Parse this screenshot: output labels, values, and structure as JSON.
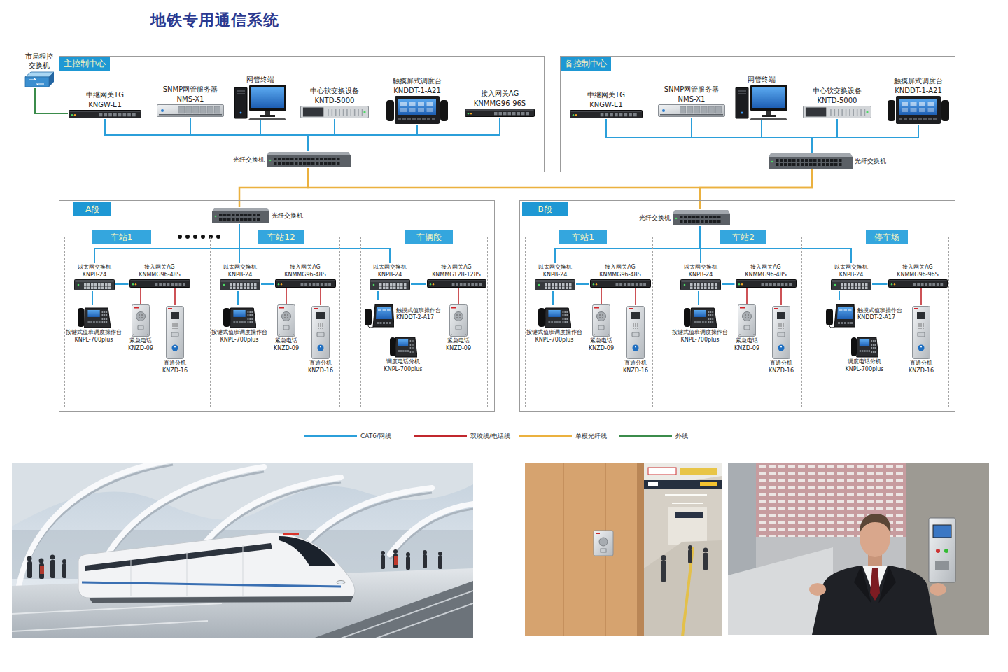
{
  "diagram": {
    "title": "地铁专用通信系统",
    "nodes": [
      {
        "text": [
          "市局程控 交换机"
        ]
      },
      {
        "text": [
          "主控制中心"
        ]
      },
      {
        "text": [
          "中继网关TG",
          "KNGW-E1"
        ],
        "in": 1
      },
      {
        "text": [
          "SNMP网管服务器",
          "NMS-X1"
        ],
        "in": 1
      },
      {
        "text": [
          "网管终端"
        ],
        "in": 1
      },
      {
        "text": [
          "中心软交换设备",
          "KNTD-5000"
        ],
        "in": 1
      },
      {
        "text": [
          "触摸屏式调度台",
          "KNDDT-1-A21"
        ],
        "in": 1
      },
      {
        "text": [
          "接入网关AG",
          "KNMMG96-96S"
        ],
        "in": 1
      },
      {
        "text": [
          "光纤交换机"
        ],
        "in": 1
      },
      {
        "text": [
          "备控制中心"
        ]
      },
      {
        "text": [
          "中继网关TG",
          "KNGW-E1"
        ],
        "in": 9
      },
      {
        "text": [
          "SNMP网管服务器",
          "NMS-X1"
        ],
        "in": 9
      },
      {
        "text": [
          "网管终端"
        ],
        "in": 9
      },
      {
        "text": [
          "中心软交换设备",
          "KNTD-5000"
        ],
        "in": 9
      },
      {
        "text": [
          "触摸屏式调度台",
          "KNDDT-1-A21"
        ],
        "in": 9
      },
      {
        "text": [
          "光纤交换机"
        ],
        "in": 9
      },
      {
        "text": [
          "A段"
        ]
      },
      {
        "text": [
          "光纤交换机"
        ],
        "in": 16
      },
      {
        "text": [
          "车站1"
        ],
        "in": 16
      },
      {
        "text": [
          "以太网交换机",
          "KNPB-24"
        ],
        "in": 18
      },
      {
        "text": [
          "接入网关AG",
          "KNMMG96-48S"
        ],
        "in": 18
      },
      {
        "text": [
          "按键式值班调度操作台",
          "KNPL-700plus"
        ],
        "in": 18
      },
      {
        "text": [
          "紧急电话",
          "KNZD-09"
        ],
        "in": 18
      },
      {
        "text": [
          "直通分机",
          "KNZD-16"
        ],
        "in": 18
      },
      {
        "text": [
          "车站12"
        ],
        "in": 16
      },
      {
        "text": [
          "以太网交换机",
          "KNPB-24"
        ],
        "in": 24
      },
      {
        "text": [
          "接入网关AG",
          "KNMMG96-48S"
        ],
        "in": 24
      },
      {
        "text": [
          "按键式值班调度操作台",
          "KNPL-700plus"
        ],
        "in": 24
      },
      {
        "text": [
          "紧急电话",
          "KNZD-09"
        ],
        "in": 24
      },
      {
        "text": [
          "直通分机",
          "KNZD-16"
        ],
        "in": 24
      },
      {
        "text": [
          "车辆段"
        ],
        "in": 16
      },
      {
        "text": [
          "以太网交换机",
          "KNPB-24"
        ],
        "in": 30
      },
      {
        "text": [
          "接入网关AG",
          "KNMMG128-128S"
        ],
        "in": 30
      },
      {
        "text": [
          "触摸式值班操作台",
          "KNDDT-2-A17"
        ],
        "in": 30
      },
      {
        "text": [
          "紧急电话",
          "KNZD-09"
        ],
        "in": 30
      },
      {
        "text": [
          "调度电话分机",
          "KNPL-700plus"
        ],
        "in": 30
      },
      {
        "text": [
          "B段"
        ]
      },
      {
        "text": [
          "光纤交换机"
        ],
        "in": 36
      },
      {
        "text": [
          "车站1"
        ],
        "in": 36
      },
      {
        "text": [
          "以太网交换机",
          "KNPB-24"
        ],
        "in": 38
      },
      {
        "text": [
          "接入网关AG",
          "KNMMG96-48S"
        ],
        "in": 38
      },
      {
        "text": [
          "按键式值班调度操作台",
          "KNPL-700plus"
        ],
        "in": 38
      },
      {
        "text": [
          "紧急电话",
          "KNZD-09"
        ],
        "in": 38
      },
      {
        "text": [
          "直通分机",
          "KNZD-16"
        ],
        "in": 38
      },
      {
        "text": [
          "车站2"
        ],
        "in": 36
      },
      {
        "text": [
          "以太网交换机",
          "KNPB-24"
        ],
        "in": 44
      },
      {
        "text": [
          "接入网关AG",
          "KNMMG96-48S"
        ],
        "in": 44
      },
      {
        "text": [
          "按键式值班调度操作台",
          "KNPL-700plus"
        ],
        "in": 44
      },
      {
        "text": [
          "紧急电话",
          "KNZD-09"
        ],
        "in": 44
      },
      {
        "text": [
          "直通分机",
          "KNZD-16"
        ],
        "in": 44
      },
      {
        "text": [
          "停车场"
        ],
        "in": 36
      },
      {
        "text": [
          "以太网交换机",
          "KNPB-24"
        ],
        "in": 50
      },
      {
        "text": [
          "接入网关AG",
          "KNMMG96-96S"
        ],
        "in": 50
      },
      {
        "text": [
          "触摸式值班操作台",
          "KNDDT-2-A17"
        ],
        "in": 50
      },
      {
        "text": [
          "调度电话分机",
          "KNPL-700plus"
        ],
        "in": 50
      },
      {
        "text": [
          "直通分机",
          "KNZD-16"
        ],
        "in": 50
      }
    ],
    "edges": [
      {
        "from": 0,
        "to": 2,
        "arrow": "none"
      },
      {
        "from": 2,
        "to": 8,
        "arrow": "none"
      },
      {
        "from": 3,
        "to": 8,
        "arrow": "none"
      },
      {
        "from": 4,
        "to": 8,
        "arrow": "none"
      },
      {
        "from": 5,
        "to": 8,
        "arrow": "none"
      },
      {
        "from": 6,
        "to": 8,
        "arrow": "none"
      },
      {
        "from": 7,
        "to": 8,
        "arrow": "none"
      },
      {
        "from": 10,
        "to": 15,
        "arrow": "none"
      },
      {
        "from": 11,
        "to": 15,
        "arrow": "none"
      },
      {
        "from": 12,
        "to": 15,
        "arrow": "none"
      },
      {
        "from": 13,
        "to": 15,
        "arrow": "none"
      },
      {
        "from": 14,
        "to": 15,
        "arrow": "none"
      },
      {
        "from": 8,
        "to": 15,
        "arrow": "none"
      },
      {
        "from": 8,
        "to": 17,
        "arrow": "none"
      },
      {
        "from": 15,
        "to": 37,
        "arrow": "none"
      },
      {
        "from": 17,
        "to": 19,
        "arrow": "none"
      },
      {
        "from": 17,
        "to": 25,
        "arrow": "none"
      },
      {
        "from": 17,
        "to": 31,
        "arrow": "none"
      },
      {
        "from": 19,
        "to": 20,
        "arrow": "none"
      },
      {
        "from": 19,
        "to": 21,
        "arrow": "none"
      },
      {
        "from": 20,
        "to": 22,
        "arrow": "none"
      },
      {
        "from": 20,
        "to": 23,
        "arrow": "none"
      },
      {
        "from": 25,
        "to": 26,
        "arrow": "none"
      },
      {
        "from": 25,
        "to": 27,
        "arrow": "none"
      },
      {
        "from": 26,
        "to": 28,
        "arrow": "none"
      },
      {
        "from": 26,
        "to": 29,
        "arrow": "none"
      },
      {
        "from": 31,
        "to": 32,
        "arrow": "none"
      },
      {
        "from": 31,
        "to": 33,
        "arrow": "none"
      },
      {
        "from": 32,
        "to": 34,
        "arrow": "none"
      },
      {
        "from": 37,
        "to": 39,
        "arrow": "none"
      },
      {
        "from": 37,
        "to": 45,
        "arrow": "none"
      },
      {
        "from": 37,
        "to": 51,
        "arrow": "none"
      },
      {
        "from": 39,
        "to": 40,
        "arrow": "none"
      },
      {
        "from": 39,
        "to": 41,
        "arrow": "none"
      },
      {
        "from": 40,
        "to": 42,
        "arrow": "none"
      },
      {
        "from": 40,
        "to": 43,
        "arrow": "none"
      },
      {
        "from": 45,
        "to": 46,
        "arrow": "none"
      },
      {
        "from": 45,
        "to": 47,
        "arrow": "none"
      },
      {
        "from": 46,
        "to": 48,
        "arrow": "none"
      },
      {
        "from": 46,
        "to": 49,
        "arrow": "none"
      },
      {
        "from": 51,
        "to": 52,
        "arrow": "none"
      },
      {
        "from": 51,
        "to": 53,
        "arrow": "none"
      },
      {
        "from": 52,
        "to": 55,
        "arrow": "none"
      }
    ],
    "legend": [
      {
        "text": "CAT6/网线"
      },
      {
        "text": "双绞线/电话线"
      },
      {
        "text": "单模光纤线"
      },
      {
        "text": "外线"
      }
    ]
  }
}
